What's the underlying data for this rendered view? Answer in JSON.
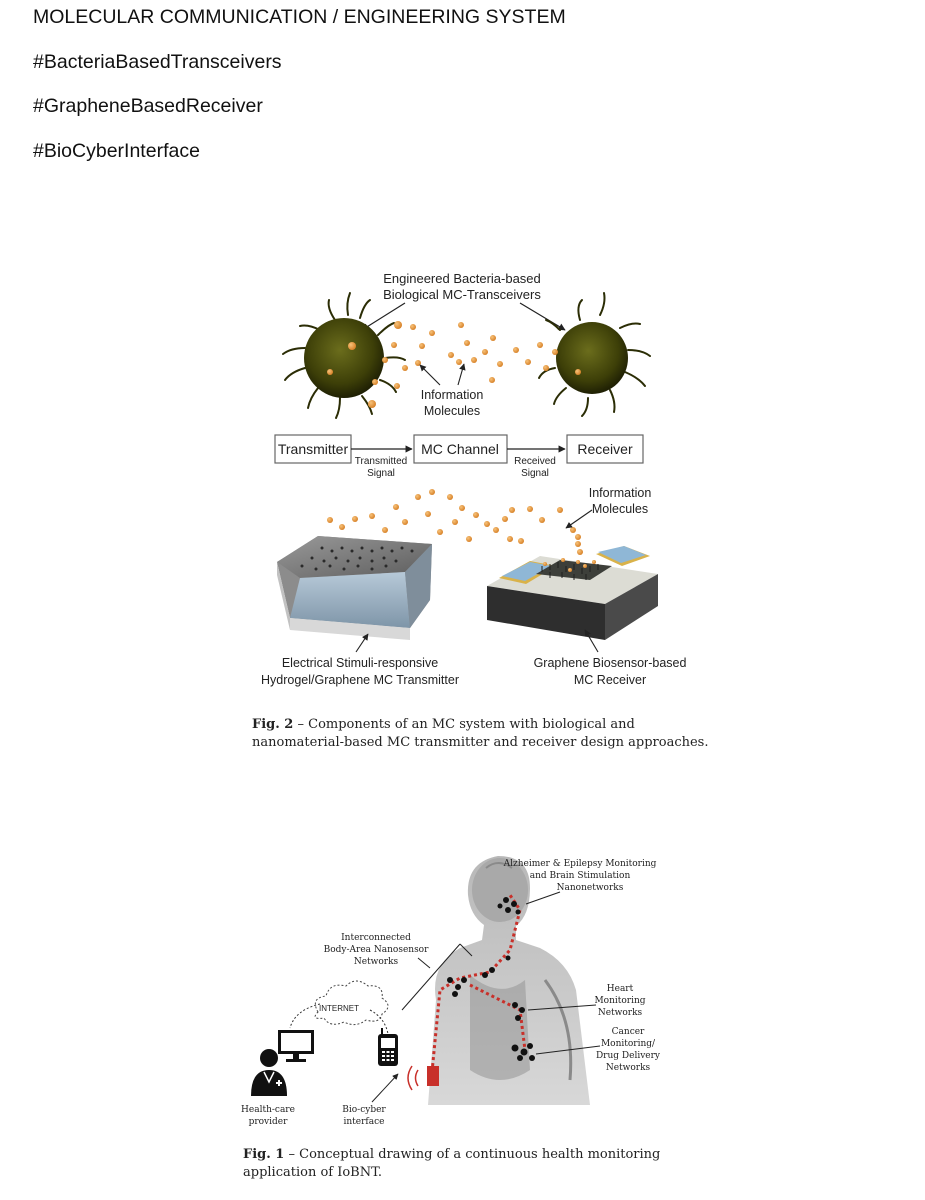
{
  "header": {
    "title": "MOLECULAR COMMUNICATION / ENGINEERING SYSTEM",
    "tags": [
      "#BacteriaBasedTransceivers",
      "#GrapheneBasedReceiver",
      "#BioCyberInterface"
    ]
  },
  "figure2": {
    "bacteria_label_line1": "Engineered Bacteria-based",
    "bacteria_label_line2": "Biological MC-Transceivers",
    "info_molecules_top_line1": "Information",
    "info_molecules_top_line2": "Molecules",
    "block_transmitter": "Transmitter",
    "block_channel": "MC Channel",
    "block_receiver": "Receiver",
    "transmitted_signal_line1": "Transmitted",
    "transmitted_signal_line2": "Signal",
    "received_signal_line1": "Received",
    "received_signal_line2": "Signal",
    "info_molecules_bottom_line1": "Information",
    "info_molecules_bottom_line2": "Molecules",
    "transmitter_label_line1": "Electrical Stimuli-responsive",
    "transmitter_label_line2": "Hydrogel/Graphene MC Transmitter",
    "receiver_label_line1": "Graphene Biosensor-based",
    "receiver_label_line2": "MC Receiver",
    "caption_bold": "Fig. 2",
    "caption_text": " – Components of an MC system with biological and nanomaterial-based MC transmitter and receiver design approaches."
  },
  "figure1": {
    "alzheimer_line1": "Alzheimer & Epilepsy Monitoring",
    "alzheimer_line2": "and Brain Stimulation",
    "alzheimer_line3": "Nanonetworks",
    "body_area_line1": "Interconnected",
    "body_area_line2": "Body-Area Nanosensor",
    "body_area_line3": "Networks",
    "internet_label": "INTERNET",
    "heart_line1": "Heart",
    "heart_line2": "Monitoring",
    "heart_line3": "Networks",
    "cancer_line1": "Cancer",
    "cancer_line2": "Monitoring/",
    "cancer_line3": "Drug Delivery",
    "cancer_line4": "Networks",
    "provider_line1": "Health-care",
    "provider_line2": "provider",
    "biocyber_line1": "Bio-cyber",
    "biocyber_line2": "interface",
    "caption_bold": "Fig. 1",
    "caption_text": " – Conceptual drawing of a continuous health monitoring application of IoBNT."
  },
  "colors": {
    "bacteria_body": "#3d3f08",
    "molecule": "#e89a3a",
    "hydrogel_blue": "#8fb7d6",
    "electrode_gold": "#d9b24a",
    "network_red": "#c8302a",
    "block_border": "#666666"
  }
}
